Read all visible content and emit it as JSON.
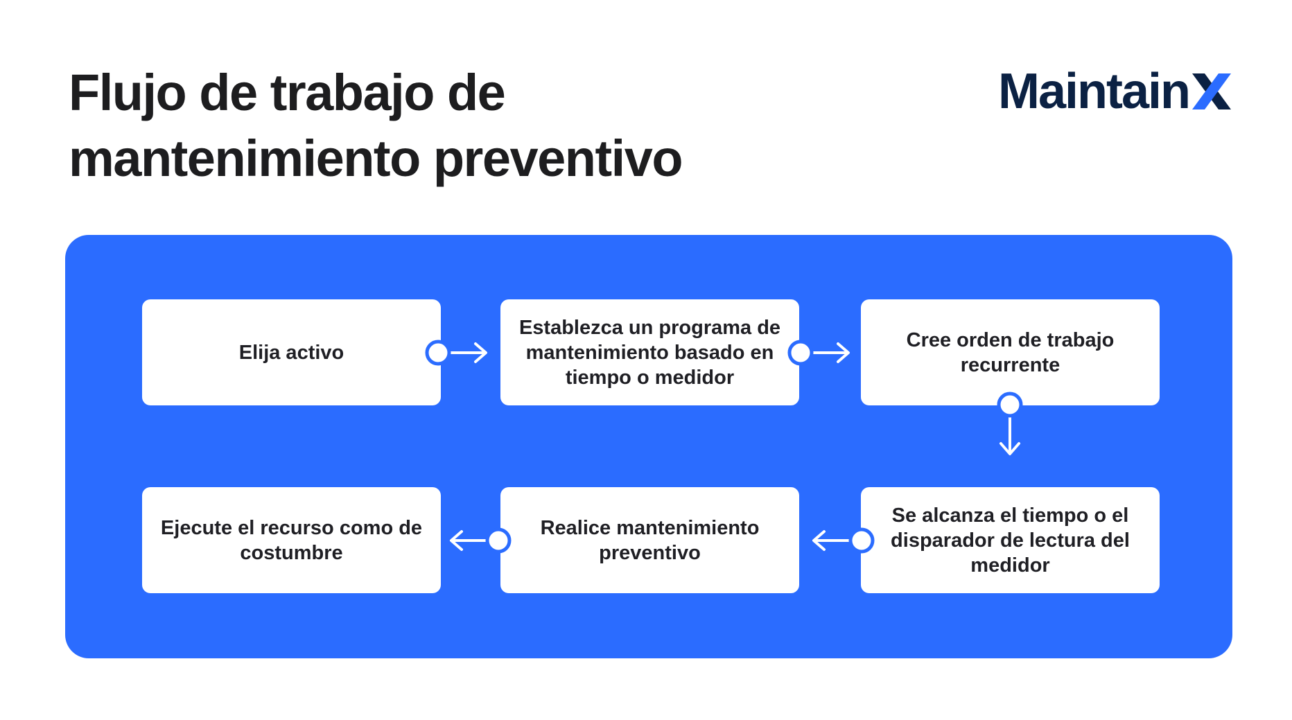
{
  "title": {
    "line1": "Flujo de trabajo de",
    "line2": "mantenimiento preventivo"
  },
  "logo": {
    "text": "Maintain",
    "mark": "X",
    "mark_icon": "maintainx-x-mark-icon",
    "text_color": "#0b2143",
    "mark_color": "#2b6cff"
  },
  "colors": {
    "panel": "#2b6cff",
    "card": "#ffffff",
    "connector": "#ffffff",
    "node_fill": "#ffffff",
    "node_stroke": "#2b6cff",
    "text": "#1f1f24"
  },
  "steps": [
    {
      "label": "Elija activo"
    },
    {
      "label": "Establezca un programa de mantenimiento basado en tiempo o medidor"
    },
    {
      "label": "Cree orden de trabajo recurrente"
    },
    {
      "label": "Se alcanza el tiempo o el disparador de lectura del medidor"
    },
    {
      "label": "Realice mantenimiento preventivo"
    },
    {
      "label": "Ejecute el recurso como de costumbre"
    }
  ],
  "connectors": [
    {
      "from": 1,
      "to": 2,
      "icon": "arrow-right-icon"
    },
    {
      "from": 2,
      "to": 3,
      "icon": "arrow-right-icon"
    },
    {
      "from": 3,
      "to": 4,
      "icon": "arrow-down-icon"
    },
    {
      "from": 4,
      "to": 5,
      "icon": "arrow-left-icon"
    },
    {
      "from": 5,
      "to": 6,
      "icon": "arrow-left-icon"
    }
  ]
}
